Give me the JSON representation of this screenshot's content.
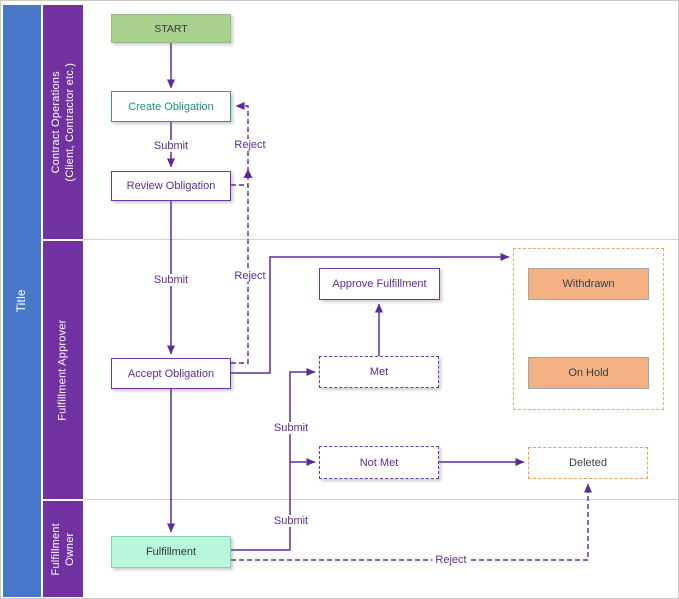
{
  "diagram_title": "Title",
  "lanes": [
    {
      "id": "contract-operations",
      "label_lines": [
        "Contract Operations",
        "(Client, Contractor etc.)"
      ]
    },
    {
      "id": "fulfillment-approver",
      "label_lines": [
        "Fulfillment Approver"
      ]
    },
    {
      "id": "fulfillment-owner",
      "label_lines": [
        "Fulfillment",
        "Owner"
      ]
    }
  ],
  "nodes": {
    "start": "START",
    "create_obligation": "Create Obligation",
    "review_obligation": "Review Obligation",
    "accept_obligation": "Accept Obligation",
    "approve_fulfillment": "Approve Fulfillment",
    "met": "Met",
    "not_met": "Not Met",
    "fulfillment": "Fulfillment",
    "withdrawn": "Withdrawn",
    "on_hold": "On Hold",
    "deleted": "Deleted"
  },
  "edge_labels": {
    "submit": "Submit",
    "reject": "Reject"
  },
  "colors": {
    "title_bar_blue": "#4876C8",
    "lane_bar_purple": "#7231A0",
    "connector_purple": "#5E2B97",
    "teal_accent": "#2D9B8A",
    "start_green_fill": "#A9D18E",
    "fulfillment_mint_fill": "#B9F7DC",
    "state_orange_fill": "#F4B183",
    "orange_dashed_accent": "#F0A868"
  }
}
